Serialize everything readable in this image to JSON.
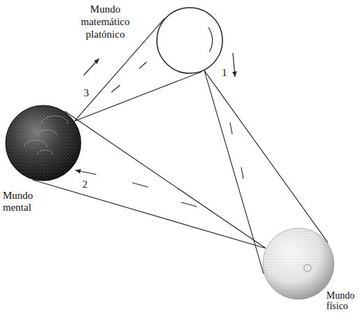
{
  "diagram": {
    "nodes": [
      {
        "text": [
          "Mundo matemático platónico"
        ]
      },
      {
        "text": [
          "Mundo mental"
        ]
      },
      {
        "text": [
          "Mundo físico"
        ]
      }
    ],
    "edges": [
      {
        "from": 0,
        "to": 2,
        "label": "1",
        "arrow": "to"
      },
      {
        "from": 2,
        "to": 1,
        "label": "2",
        "arrow": "to"
      },
      {
        "from": 1,
        "to": 0,
        "label": "3",
        "arrow": "to"
      }
    ]
  }
}
